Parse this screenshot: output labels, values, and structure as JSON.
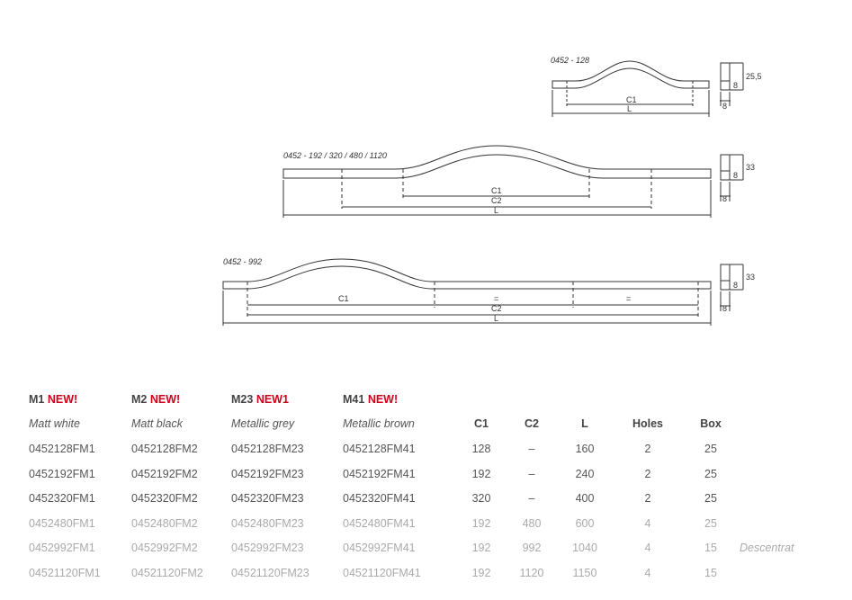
{
  "drawings": {
    "model_128_code": "0452 - 128",
    "model_multi_code": "0452 - 192 / 320 / 480 / 1120",
    "model_992_code": "0452 - 992",
    "dim_c1": "C1",
    "dim_c2": "C2",
    "dim_l": "L",
    "dim_eq": "=",
    "height_small": "25,5",
    "height_large_a": "33",
    "height_large_b": "33",
    "thickness": "8"
  },
  "table": {
    "finishes": [
      {
        "code": "M1",
        "new": "NEW!",
        "name": "Matt white"
      },
      {
        "code": "M2",
        "new": "NEW!",
        "name": "Matt black"
      },
      {
        "code": "M23",
        "new": "NEW1",
        "name": "Metallic grey"
      },
      {
        "code": "M41",
        "new": "NEW!",
        "name": "Metallic brown"
      }
    ],
    "columns": [
      "C1",
      "C2",
      "L",
      "Holes",
      "Box"
    ],
    "rows": [
      {
        "refs": [
          "0452128FM1",
          "0452128FM2",
          "0452128FM23",
          "0452128FM41"
        ],
        "c1": "128",
        "c2": "–",
        "l": "160",
        "holes": "2",
        "box": "25",
        "note": "",
        "muted": false
      },
      {
        "refs": [
          "0452192FM1",
          "0452192FM2",
          "0452192FM23",
          "0452192FM41"
        ],
        "c1": "192",
        "c2": "–",
        "l": "240",
        "holes": "2",
        "box": "25",
        "note": "",
        "muted": false
      },
      {
        "refs": [
          "0452320FM1",
          "0452320FM2",
          "0452320FM23",
          "0452320FM41"
        ],
        "c1": "320",
        "c2": "–",
        "l": "400",
        "holes": "2",
        "box": "25",
        "note": "",
        "muted": false
      },
      {
        "refs": [
          "0452480FM1",
          "0452480FM2",
          "0452480FM23",
          "0452480FM41"
        ],
        "c1": "192",
        "c2": "480",
        "l": "600",
        "holes": "4",
        "box": "25",
        "note": "",
        "muted": true
      },
      {
        "refs": [
          "0452992FM1",
          "0452992FM2",
          "0452992FM23",
          "0452992FM41"
        ],
        "c1": "192",
        "c2": "992",
        "l": "1040",
        "holes": "4",
        "box": "15",
        "note": "Descentrat",
        "muted": true
      },
      {
        "refs": [
          "04521120FM1",
          "04521120FM2",
          "04521120FM23",
          "04521120FM41"
        ],
        "c1": "192",
        "c2": "1120",
        "l": "1150",
        "holes": "4",
        "box": "15",
        "note": "",
        "muted": true
      }
    ]
  },
  "colors": {
    "new": "#d0021b",
    "text": "#444444",
    "muted": "#aaaaaa",
    "line": "#333333"
  }
}
